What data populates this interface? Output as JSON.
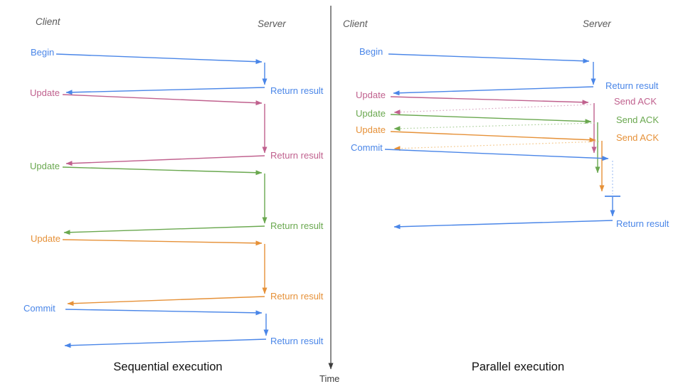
{
  "colors": {
    "blue": "#4a86e8",
    "pink": "#c0618e",
    "green": "#6aa84f",
    "orange": "#e69138",
    "blue_light": "#9bbcf2",
    "pink_light": "#ddafc7",
    "green_light": "#b3d3a3",
    "orange_light": "#f4c98f",
    "header": "#595959",
    "axis": "#3d3d3d",
    "caption": "#111111"
  },
  "left_panel": {
    "client_header": "Client",
    "server_header": "Server",
    "caption": "Sequential execution",
    "messages": [
      {
        "request": "Begin",
        "response": "Return result"
      },
      {
        "request": "Update",
        "response": "Return result"
      },
      {
        "request": "Update",
        "response": "Return result"
      },
      {
        "request": "Update",
        "response": "Return result"
      },
      {
        "request": "Commit",
        "response": "Return result"
      }
    ]
  },
  "right_panel": {
    "client_header": "Client",
    "server_header": "Server",
    "caption": "Parallel execution",
    "messages": [
      {
        "request": "Begin",
        "response": "Return result"
      },
      {
        "request": "Update",
        "response": "Send ACK"
      },
      {
        "request": "Update",
        "response": "Send ACK"
      },
      {
        "request": "Update",
        "response": "Send ACK"
      },
      {
        "request": "Commit",
        "response": "Return result"
      }
    ]
  },
  "time_axis": {
    "label": "Time"
  }
}
